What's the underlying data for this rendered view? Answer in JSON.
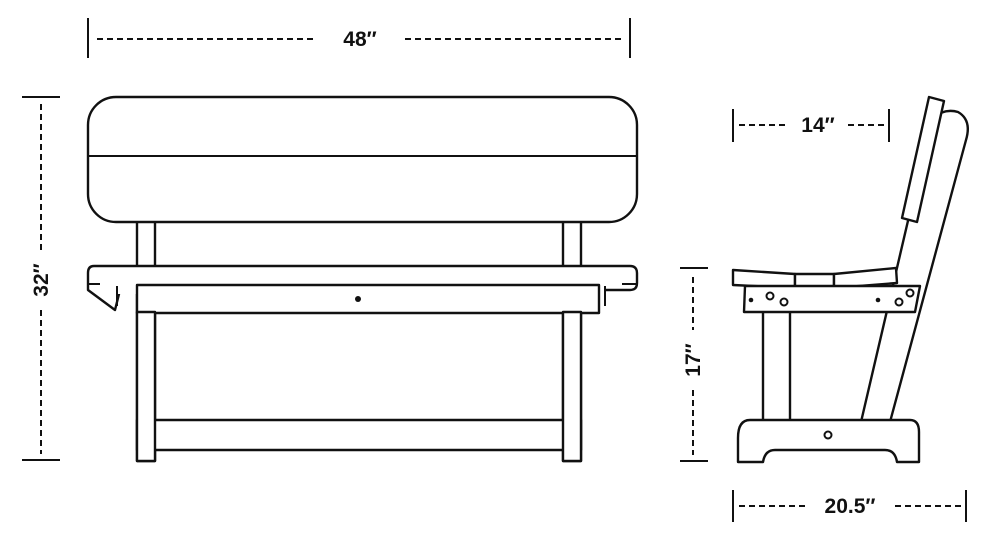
{
  "diagram": {
    "front_view": {
      "width_label": "48″",
      "height_label": "32″"
    },
    "side_view": {
      "seat_depth_label": "14″",
      "seat_height_label": "17″",
      "overall_depth_label": "20.5″"
    },
    "colors": {
      "line": "#111111",
      "background": "#ffffff"
    }
  }
}
